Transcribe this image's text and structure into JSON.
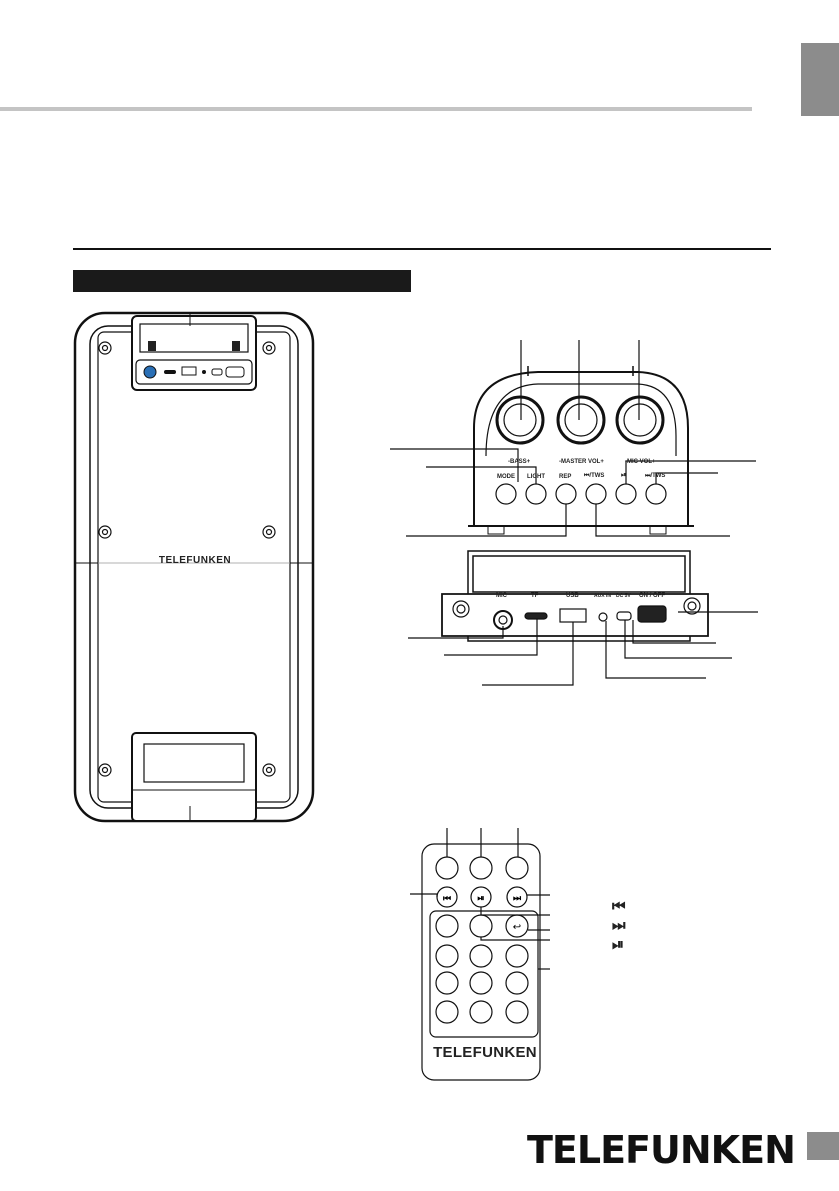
{
  "device": {
    "front_logo": "TELEFUNKEN"
  },
  "panel": {
    "labels": {
      "bass": "-BASS+",
      "master_vol": "-MASTER VOL+",
      "mic_vol": "-MIC VOL+",
      "mode": "MODE",
      "light": "LIGHT",
      "rep": "REP",
      "prev_tws_left": "⏮/TWS",
      "play_pause": "⏯",
      "next_tws": "⏭/TWS"
    }
  },
  "io": {
    "labels": {
      "mic": "MIC",
      "tf": "TF",
      "usb": "USB",
      "aux_in": "AUX IN",
      "dc": "DC 5V",
      "on_off": "ON / OFF"
    }
  },
  "remote": {
    "logo": "TELEFUNKEN",
    "legend": [
      "⏮",
      "⏭",
      "⏯"
    ]
  },
  "footer": {
    "brand": "TELEFUNKEN"
  },
  "colors": {
    "tab": "#8c8c8c",
    "rule": "#c4c4c4",
    "ink": "#1a1a1a"
  }
}
